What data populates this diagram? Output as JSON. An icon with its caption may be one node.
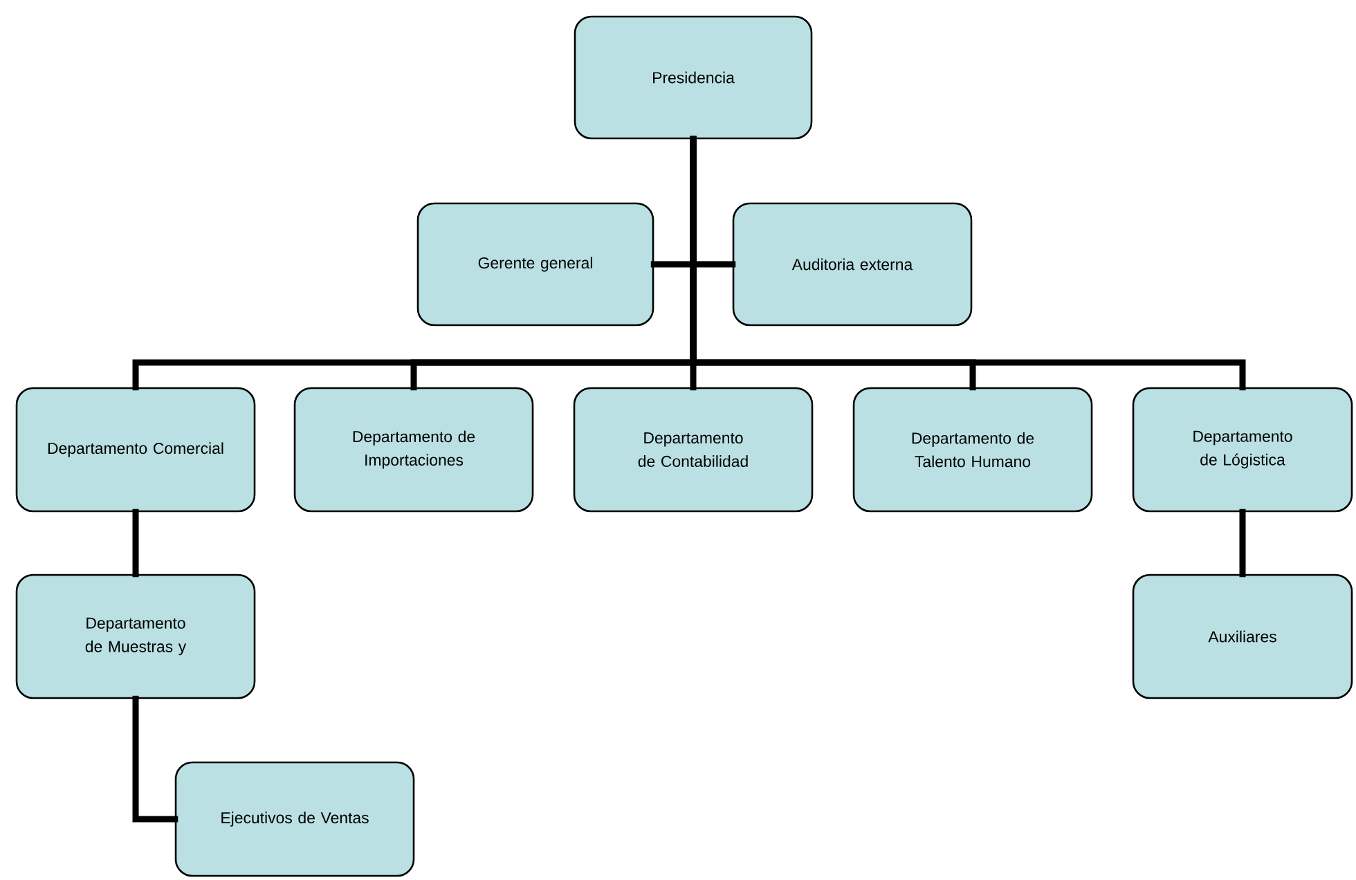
{
  "diagram": {
    "nodes": [
      {
        "text": [
          "Presidencia"
        ]
      },
      {
        "text": [
          "Gerente general"
        ]
      },
      {
        "text": [
          "Auditoria externa"
        ]
      },
      {
        "text": [
          "Departamento Comercial"
        ]
      },
      {
        "text": [
          "Departamento de Importaciones"
        ]
      },
      {
        "text": [
          "Departamento de Contabilidad"
        ]
      },
      {
        "text": [
          "Departamento de Talento Humano"
        ]
      },
      {
        "text": [
          "Departamento de Lógistica"
        ]
      },
      {
        "text": [
          "Departamento de Muestras y"
        ]
      },
      {
        "text": [
          "Ejecutivos de Ventas"
        ]
      },
      {
        "text": [
          "Auxiliares"
        ]
      }
    ],
    "edges": [
      {
        "from": 0,
        "to": 1,
        "arrow": "none"
      },
      {
        "from": 0,
        "to": 2,
        "arrow": "none"
      },
      {
        "from": 0,
        "to": 3,
        "arrow": "none"
      },
      {
        "from": 0,
        "to": 4,
        "arrow": "none"
      },
      {
        "from": 0,
        "to": 5,
        "arrow": "none"
      },
      {
        "from": 0,
        "to": 6,
        "arrow": "none"
      },
      {
        "from": 0,
        "to": 7,
        "arrow": "none"
      },
      {
        "from": 3,
        "to": 8,
        "arrow": "none"
      },
      {
        "from": 8,
        "to": 9,
        "arrow": "none"
      },
      {
        "from": 7,
        "to": 10,
        "arrow": "none"
      }
    ]
  }
}
